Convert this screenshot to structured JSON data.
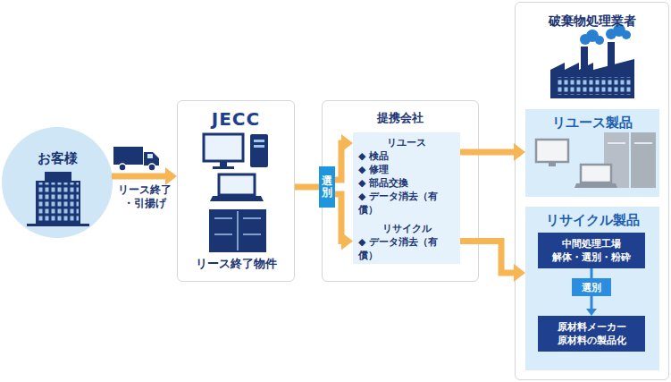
{
  "diagram": {
    "nodes": [
      {
        "text": [
          "お客様"
        ]
      },
      {
        "text": [
          "JECC",
          "リース終了物件"
        ]
      },
      {
        "text": [
          "選別"
        ]
      },
      {
        "text": [
          "提携会社"
        ]
      },
      {
        "text": [
          "リユース",
          "◆ 検品",
          "◆ 修理",
          "◆ 部品交換",
          "◆ データ消去（有償）"
        ],
        "in": 3
      },
      {
        "text": [
          "リサイクル",
          "◆ データ消去（有償）"
        ],
        "in": 3
      },
      {
        "text": [
          "破棄物処理業者"
        ]
      },
      {
        "text": [
          "リユース製品"
        ],
        "in": 6
      },
      {
        "text": [
          "リサイクル製品"
        ],
        "in": 6
      },
      {
        "text": [
          "中間処理工場",
          "解体・選別・粉砕"
        ],
        "in": 8
      },
      {
        "text": [
          "選別"
        ],
        "in": 8
      },
      {
        "text": [
          "原材料メーカー",
          "原材料の製品化"
        ],
        "in": 8
      }
    ],
    "edges": [
      {
        "from": 0,
        "to": 1,
        "arrow": "to",
        "label": "リース終了 ・引揚げ"
      },
      {
        "from": 1,
        "to": 2,
        "arrow": "none"
      },
      {
        "from": 2,
        "to": 4,
        "arrow": "to"
      },
      {
        "from": 2,
        "to": 5,
        "arrow": "to"
      },
      {
        "from": 4,
        "to": 7,
        "arrow": "to"
      },
      {
        "from": 5,
        "to": 8,
        "arrow": "to"
      },
      {
        "from": 9,
        "to": 10,
        "arrow": "none"
      },
      {
        "from": 10,
        "to": 11,
        "arrow": "to"
      }
    ]
  }
}
